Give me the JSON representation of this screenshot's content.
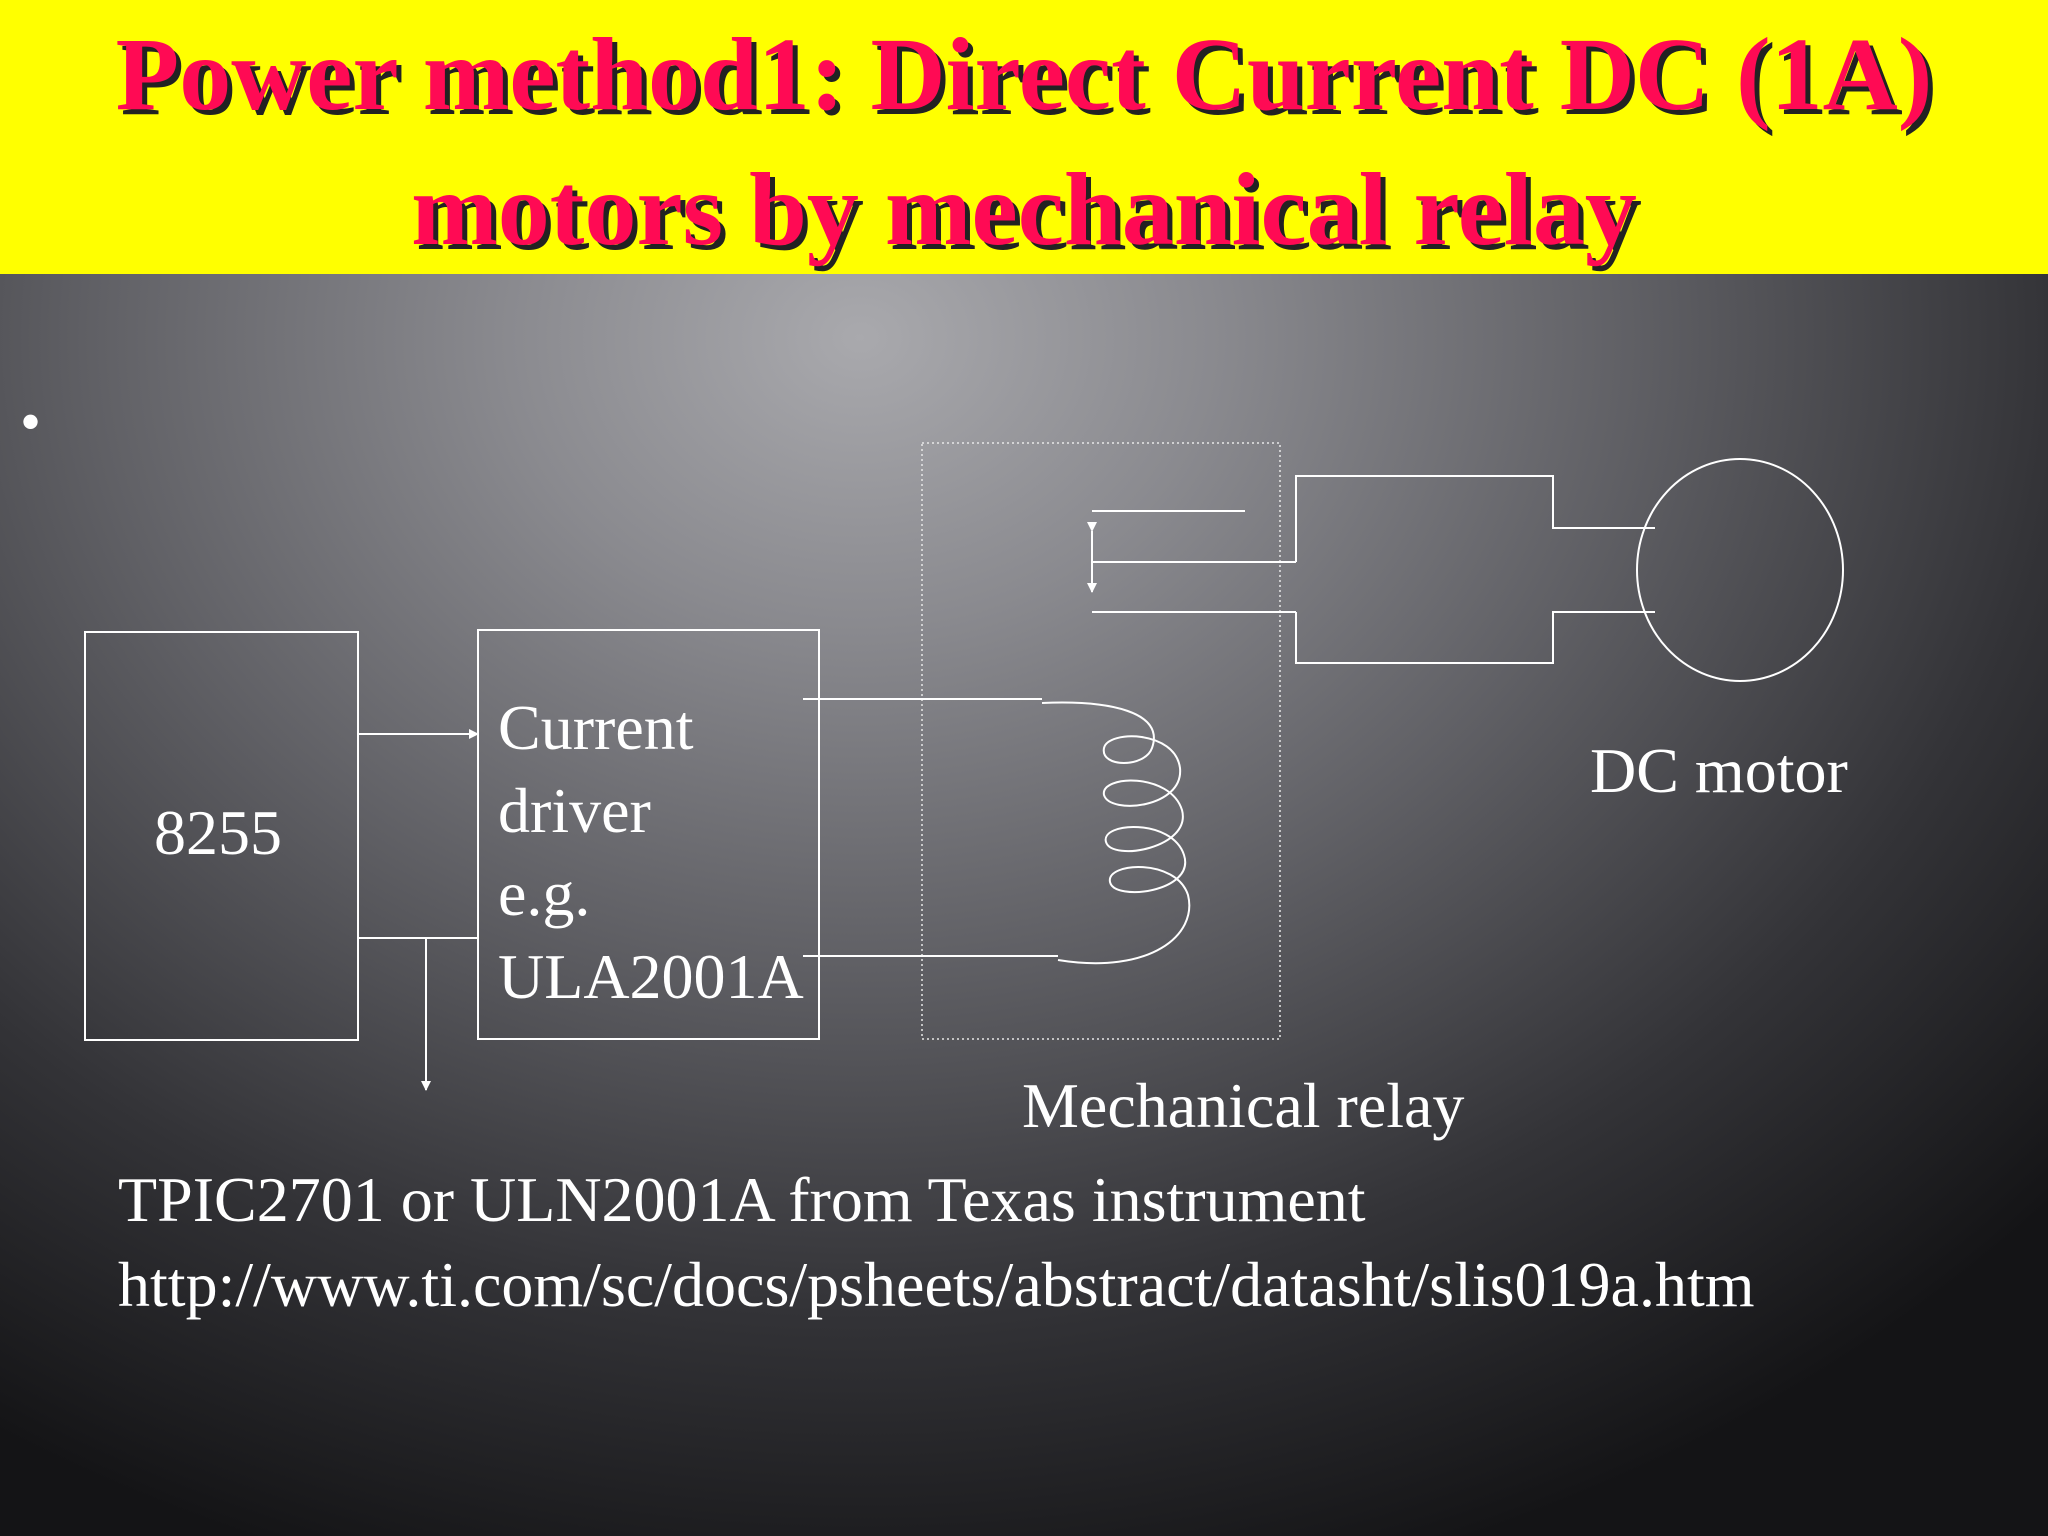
{
  "slide": {
    "title_line1": "Power method1: Direct Current DC (1A)",
    "title_line2": "motors by mechanical relay",
    "bullet": "•",
    "colors": {
      "title_band": "#ffff00",
      "title_text": "#ff0a54",
      "title_shadow": "#222222",
      "diagram_text": "#ffffff"
    }
  },
  "diagram": {
    "block_8255": "8255",
    "driver_line1": "Current",
    "driver_line2": "driver",
    "driver_line3": "e.g.",
    "driver_line4": "ULA2001A",
    "motor_label": "DC motor",
    "relay_label": "Mechanical relay"
  },
  "note": {
    "line1": "TPIC2701 or ULN2001A from Texas instrument",
    "line2": "http://www.ti.com/sc/docs/psheets/abstract/datasht/slis019a.htm"
  }
}
